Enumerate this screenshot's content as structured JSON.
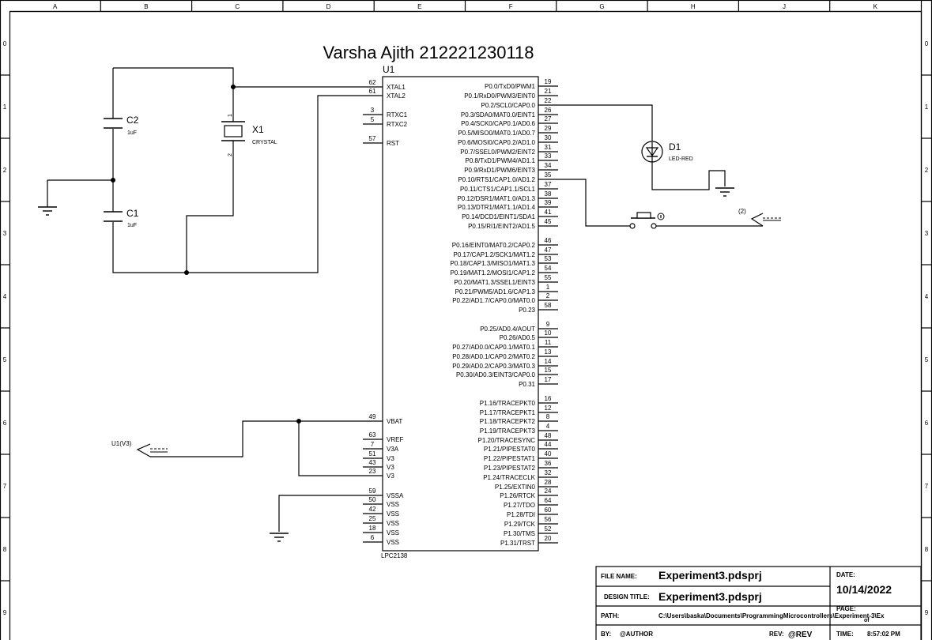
{
  "sheet": {
    "columns": [
      "A",
      "B",
      "C",
      "D",
      "E",
      "F",
      "G",
      "H",
      "J",
      "K"
    ],
    "rows": [
      "0",
      "1",
      "2",
      "3",
      "4",
      "5",
      "6",
      "7",
      "8",
      "9"
    ]
  },
  "title": "Varsha Ajith 212221230118",
  "mcu": {
    "ref": "U1",
    "part": "LPC2138",
    "left_pins": [
      {
        "num": "62",
        "name": "XTAL1"
      },
      {
        "num": "61",
        "name": "XTAL2"
      },
      {
        "num": "3",
        "name": "RTXC1"
      },
      {
        "num": "5",
        "name": "RTXC2"
      },
      {
        "num": "57",
        "name": "RST"
      },
      {
        "num": "49",
        "name": "VBAT"
      },
      {
        "num": "63",
        "name": "VREF"
      },
      {
        "num": "7",
        "name": "V3A"
      },
      {
        "num": "51",
        "name": "V3"
      },
      {
        "num": "43",
        "name": "V3"
      },
      {
        "num": "23",
        "name": "V3"
      },
      {
        "num": "59",
        "name": "VSSA"
      },
      {
        "num": "50",
        "name": "VSS"
      },
      {
        "num": "42",
        "name": "VSS"
      },
      {
        "num": "25",
        "name": "VSS"
      },
      {
        "num": "18",
        "name": "VSS"
      },
      {
        "num": "6",
        "name": "VSS"
      }
    ],
    "right_pins": [
      {
        "num": "19",
        "name": "P0.0/TxD0/PWM1"
      },
      {
        "num": "21",
        "name": "P0.1/RxD0/PWM3/EINT0"
      },
      {
        "num": "22",
        "name": "P0.2/SCL0/CAP0.0"
      },
      {
        "num": "26",
        "name": "P0.3/SDA0/MAT0.0/EINT1"
      },
      {
        "num": "27",
        "name": "P0.4/SCK0/CAP0.1/AD0.6"
      },
      {
        "num": "29",
        "name": "P0.5/MISO0/MAT0.1/AD0.7"
      },
      {
        "num": "30",
        "name": "P0.6/MOSI0/CAP0.2/AD1.0"
      },
      {
        "num": "31",
        "name": "P0.7/SSEL0/PWM2/EINT2"
      },
      {
        "num": "33",
        "name": "P0.8/TxD1/PWM4/AD1.1"
      },
      {
        "num": "34",
        "name": "P0.9/RxD1/PWM6/EINT3"
      },
      {
        "num": "35",
        "name": "P0.10/RTS1/CAP1.0/AD1.2"
      },
      {
        "num": "37",
        "name": "P0.11/CTS1/CAP1.1/SCL1"
      },
      {
        "num": "38",
        "name": "P0.12/DSR1/MAT1.0/AD1.3"
      },
      {
        "num": "39",
        "name": "P0.13/DTR1/MAT1.1/AD1.4"
      },
      {
        "num": "41",
        "name": "P0.14/DCD1/EINT1/SDA1"
      },
      {
        "num": "45",
        "name": "P0.15/RI1/EINT2/AD1.5"
      },
      {
        "num": "46",
        "name": "P0.16/EINT0/MAT0.2/CAP0.2"
      },
      {
        "num": "47",
        "name": "P0.17/CAP1.2/SCK1/MAT1.2"
      },
      {
        "num": "53",
        "name": "P0.18/CAP1.3/MISO1/MAT1.3"
      },
      {
        "num": "54",
        "name": "P0.19/MAT1.2/MOSI1/CAP1.2"
      },
      {
        "num": "55",
        "name": "P0.20/MAT1.3/SSEL1/EINT3"
      },
      {
        "num": "1",
        "name": "P0.21/PWM5/AD1.6/CAP1.3"
      },
      {
        "num": "2",
        "name": "P0.22/AD1.7/CAP0.0/MAT0.0"
      },
      {
        "num": "58",
        "name": "P0.23"
      },
      {
        "num": "9",
        "name": "P0.25/AD0.4/AOUT"
      },
      {
        "num": "10",
        "name": "P0.26/AD0.5"
      },
      {
        "num": "11",
        "name": "P0.27/AD0.0/CAP0.1/MAT0.1"
      },
      {
        "num": "13",
        "name": "P0.28/AD0.1/CAP0.2/MAT0.2"
      },
      {
        "num": "14",
        "name": "P0.29/AD0.2/CAP0.3/MAT0.3"
      },
      {
        "num": "15",
        "name": "P0.30/AD0.3/EINT3/CAP0.0"
      },
      {
        "num": "17",
        "name": "P0.31"
      },
      {
        "num": "16",
        "name": "P1.16/TRACEPKT0"
      },
      {
        "num": "12",
        "name": "P1.17/TRACEPKT1"
      },
      {
        "num": "8",
        "name": "P1.18/TRACEPKT2"
      },
      {
        "num": "4",
        "name": "P1.19/TRACEPKT3"
      },
      {
        "num": "48",
        "name": "P1.20/TRACESYNC"
      },
      {
        "num": "44",
        "name": "P1.21/PIPESTAT0"
      },
      {
        "num": "40",
        "name": "P1.22/PIPESTAT1"
      },
      {
        "num": "36",
        "name": "P1.23/PIPESTAT2"
      },
      {
        "num": "32",
        "name": "P1.24/TRACECLK"
      },
      {
        "num": "28",
        "name": "P1.25/EXTIN0"
      },
      {
        "num": "24",
        "name": "P1.26/RTCK"
      },
      {
        "num": "64",
        "name": "P1.27/TDO"
      },
      {
        "num": "60",
        "name": "P1.28/TDI"
      },
      {
        "num": "56",
        "name": "P1.29/TCK"
      },
      {
        "num": "52",
        "name": "P1.30/TMS"
      },
      {
        "num": "20",
        "name": "P1.31/TRST"
      }
    ]
  },
  "components": {
    "c2": {
      "ref": "C2",
      "value": "1uF"
    },
    "c1": {
      "ref": "C1",
      "value": "1uF"
    },
    "x1": {
      "ref": "X1",
      "value": "CRYSTAL",
      "pin1": "1",
      "pin2": "2"
    },
    "d1": {
      "ref": "D1",
      "value": "LED-RED"
    },
    "switch_marker": "(2)",
    "vbat_source": "U1(V3)"
  },
  "title_block": {
    "file_name_label": "FILE NAME:",
    "file_name": "Experiment3.pdsprj",
    "design_title_label": "DESIGN TITLE:",
    "design_title": "Experiment3.pdsprj",
    "path_label": "PATH:",
    "path": "C:\\Users\\baska\\Documents\\ProgrammingMicrocontrollers\\Experiment-3\\Ex",
    "by_label": "BY:",
    "by": "@AUTHOR",
    "rev_label": "REV:",
    "rev": "@REV",
    "date_label": "DATE:",
    "date": "10/14/2022",
    "page_label": "PAGE:",
    "page_of": "of",
    "time_label": "TIME:",
    "time": "8:57:02 PM"
  }
}
